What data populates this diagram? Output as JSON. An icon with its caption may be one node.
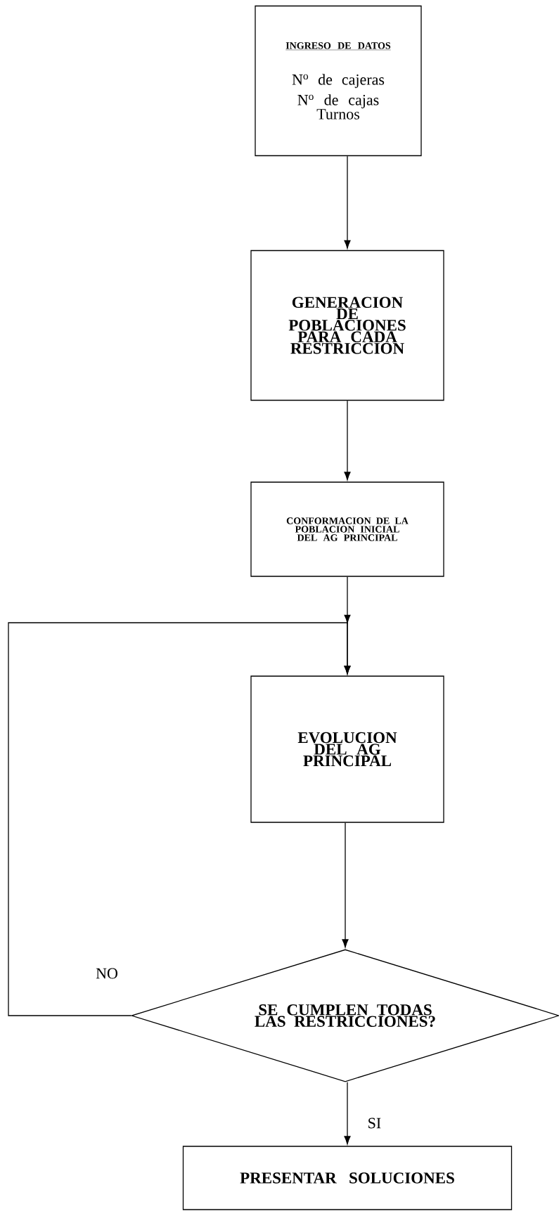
{
  "diagram": {
    "nodes": [
      {
        "text": [
          "INGRESO DE DATOS",
          "N$^{o}$ de cajeras",
          "N$^{o}$ de cajas",
          "Turnos"
        ]
      },
      {
        "text": [
          "GENERACION DE POBLACIONES PARA CADA RESTRICCION"
        ]
      },
      {
        "text": [
          "CONFORMACION DE LA POBLACION INICIAL DEL AG PRINCIPAL"
        ]
      },
      {
        "text": [
          "EVOLUCION DEL AG PRINCIPAL"
        ]
      },
      {
        "text": [
          "SE CUMPLEN TODAS LAS RESTRICCIONES?"
        ]
      },
      {
        "text": [
          "PRESENTAR SOLUCIONES"
        ]
      }
    ],
    "edges": [
      {
        "from": 0,
        "to": 1,
        "arrow": "to"
      },
      {
        "from": 1,
        "to": 2,
        "arrow": "to"
      },
      {
        "from": 2,
        "to": 3,
        "arrow": "to"
      },
      {
        "from": 3,
        "to": 4,
        "arrow": "to"
      },
      {
        "from": 4,
        "to": 5,
        "arrow": "to",
        "label": "SI"
      },
      {
        "from": 4,
        "to": 3,
        "arrow": "to",
        "label": "NO"
      }
    ]
  }
}
